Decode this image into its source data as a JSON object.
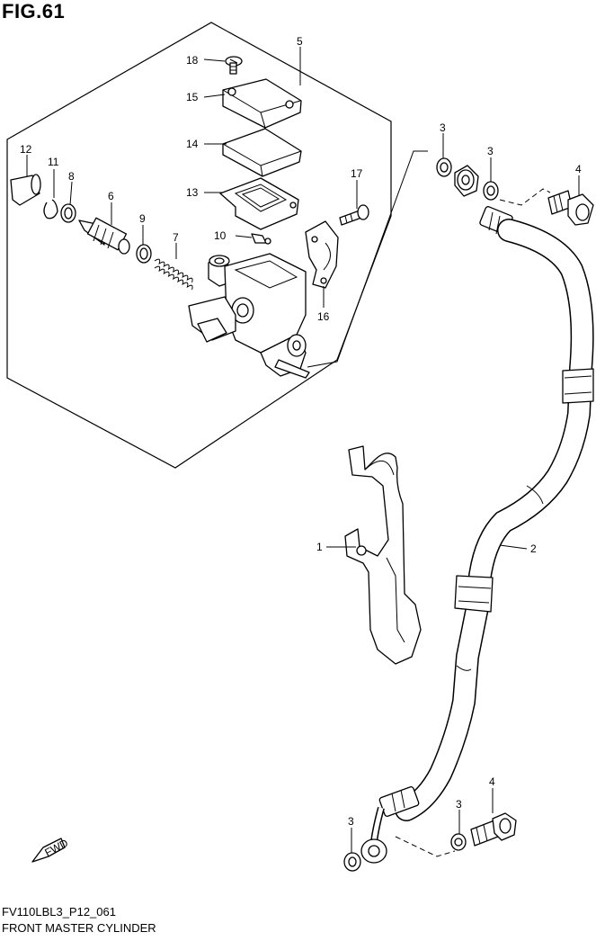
{
  "figure": {
    "title": "FIG.61",
    "code": "FV110LBL3_P12_061",
    "description": "FRONT MASTER CYLINDER",
    "fwd_label": "FWD"
  },
  "callouts": {
    "n1": "1",
    "n2": "2",
    "n3a": "3",
    "n3b": "3",
    "n3c": "3",
    "n3d": "3",
    "n4a": "4",
    "n4b": "4",
    "n5": "5",
    "n6": "6",
    "n7": "7",
    "n8": "8",
    "n9": "9",
    "n10": "10",
    "n11": "11",
    "n12": "12",
    "n13": "13",
    "n14": "14",
    "n15": "15",
    "n16": "16",
    "n17": "17",
    "n18": "18"
  }
}
